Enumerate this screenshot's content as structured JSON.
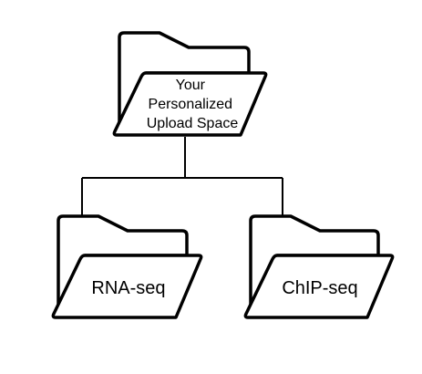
{
  "diagram": {
    "root": {
      "icon": "folder-icon",
      "label_lines": [
        "Your",
        "Personalized",
        "Upload Space"
      ]
    },
    "children": [
      {
        "icon": "folder-icon",
        "label": "RNA-seq"
      },
      {
        "icon": "folder-icon",
        "label": "ChIP-seq"
      }
    ],
    "colors": {
      "stroke": "#000000",
      "fill": "#ffffff"
    }
  }
}
